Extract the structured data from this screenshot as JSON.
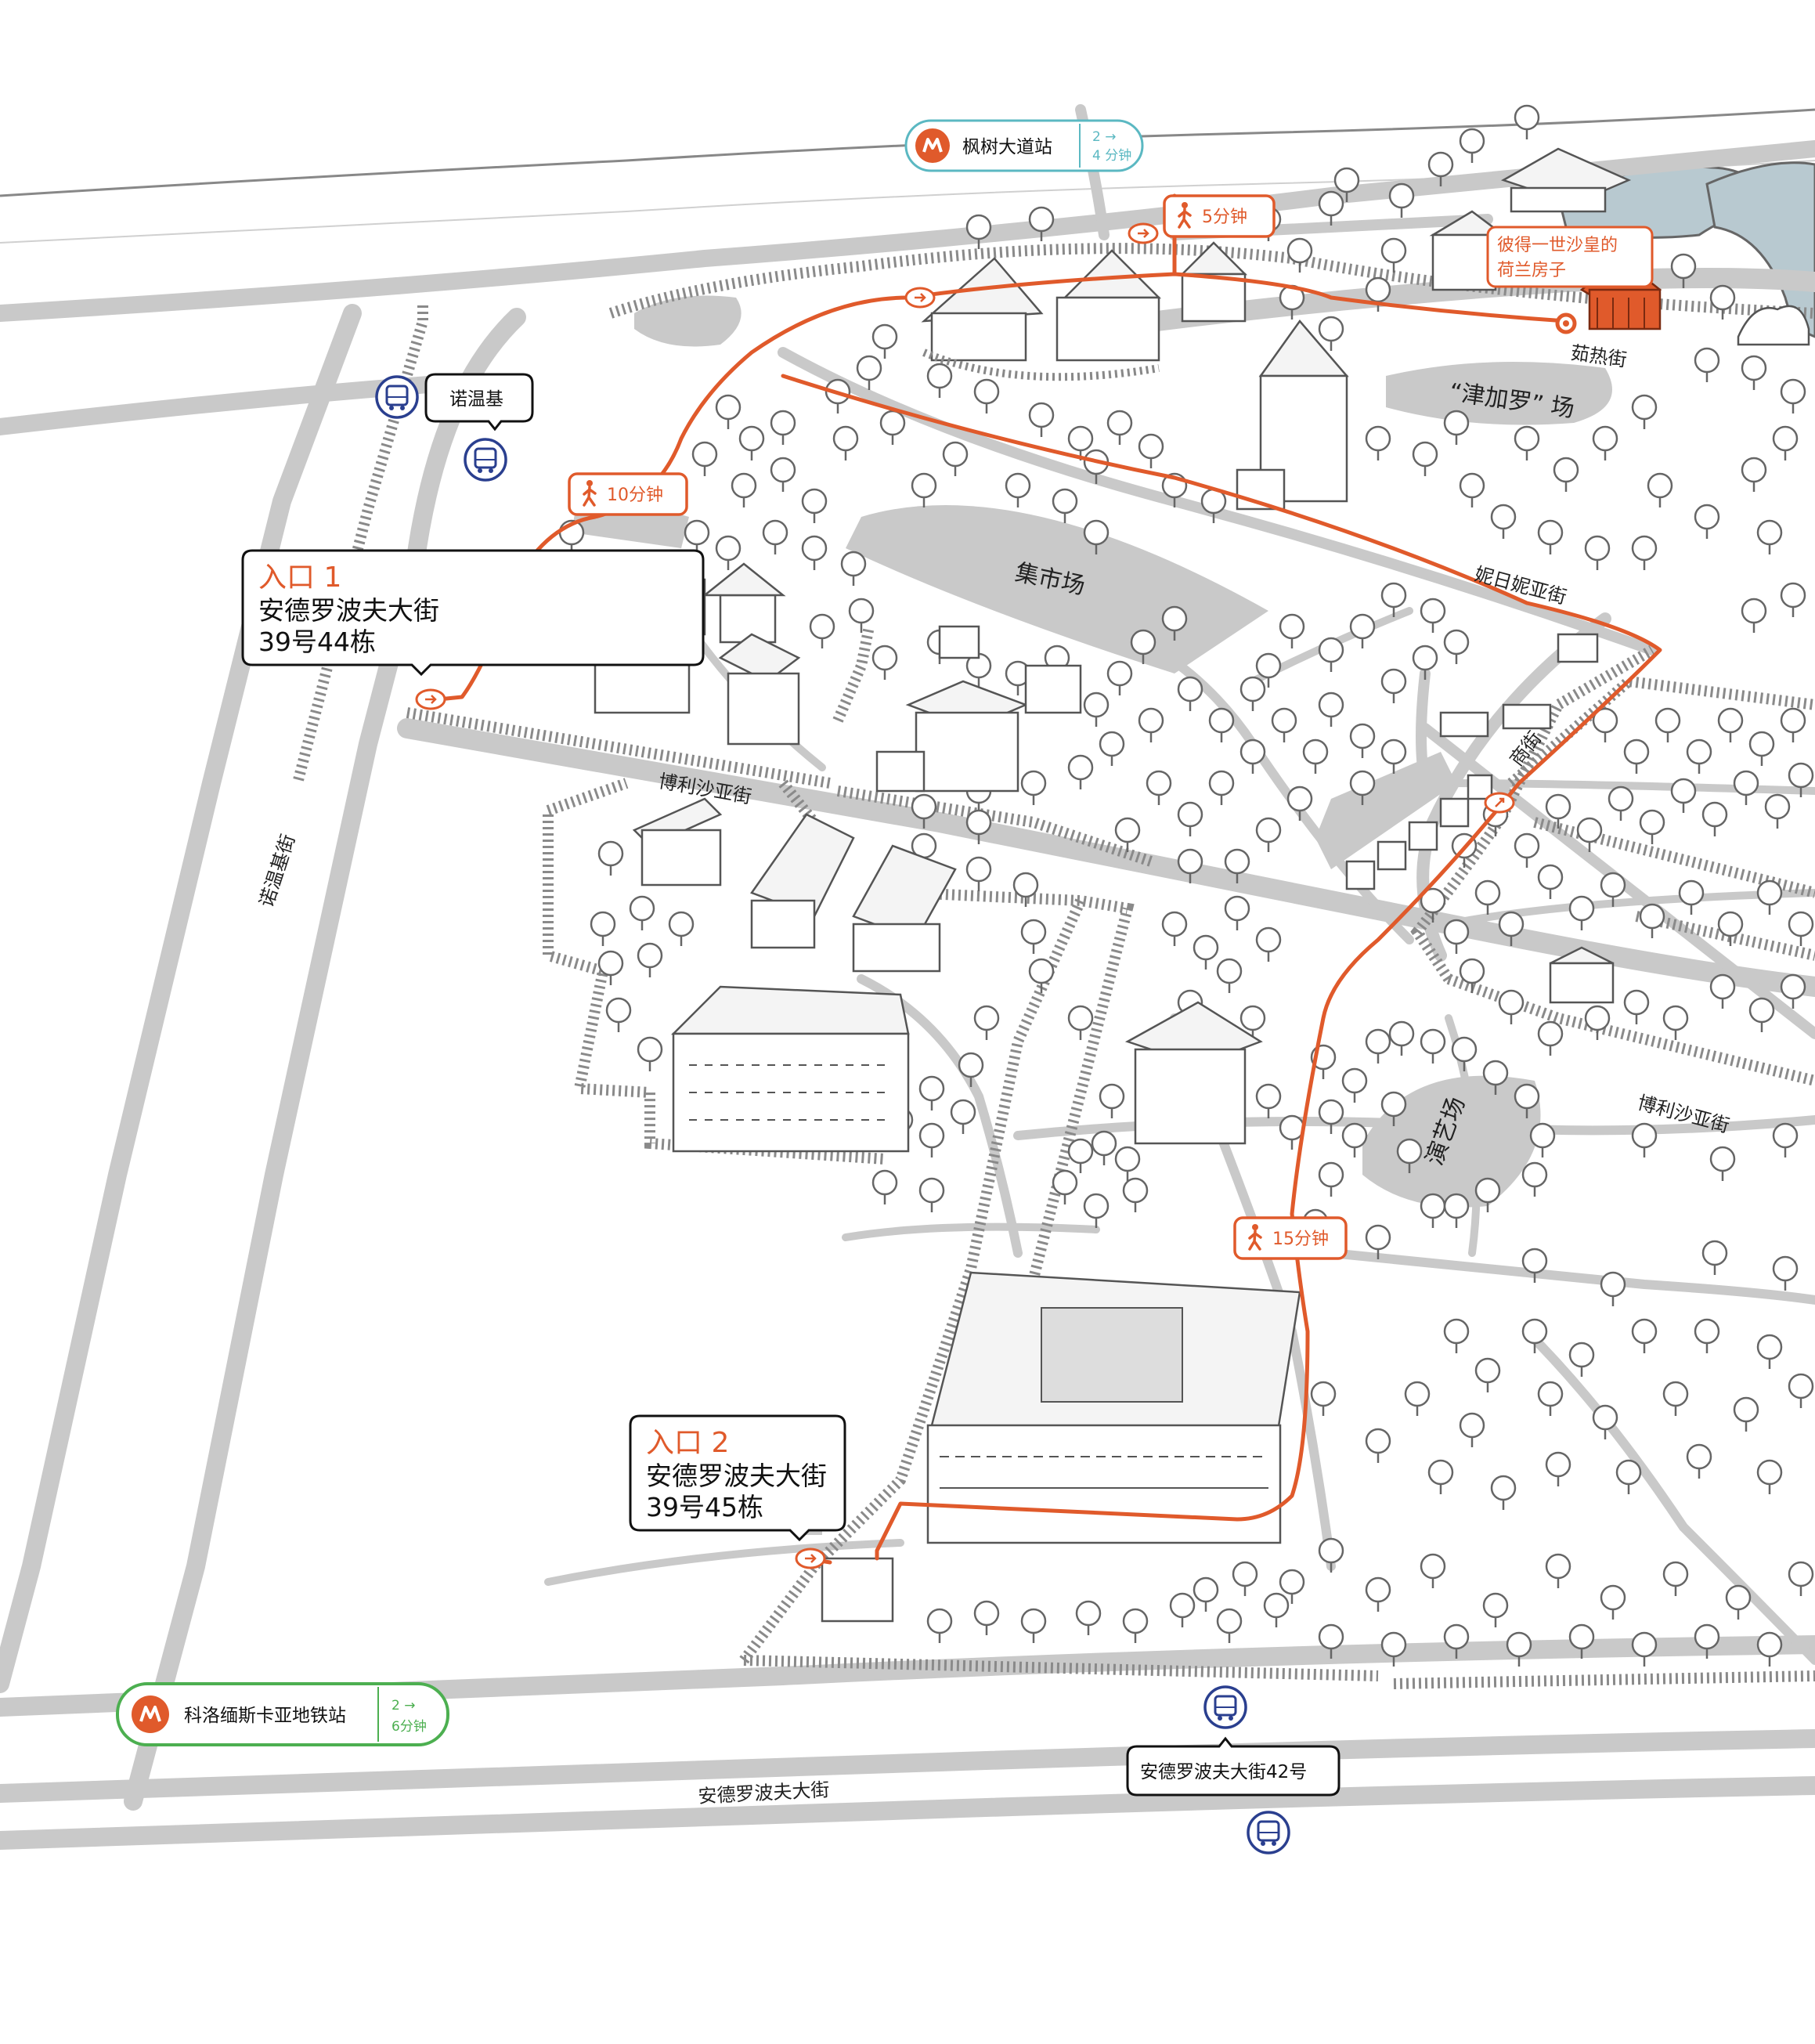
{
  "entrances": [
    {
      "title": "入口 1",
      "line1": "安德罗波夫大街",
      "line2": "39号44栋"
    },
    {
      "title": "入口 2",
      "line1": "安德罗波夫大街",
      "line2": "39号45栋"
    }
  ],
  "metro": [
    {
      "name": "枫树大道站",
      "time_top": "2 →",
      "time_bottom": "4 分钟",
      "color": "#5bb8c2",
      "icon": "metro-icon"
    },
    {
      "name": "科洛缅斯卡亚地铁站",
      "time_top": "2 →",
      "time_bottom": "6分钟",
      "color": "#4caf50",
      "icon": "metro-icon"
    }
  ],
  "bus_stops": [
    {
      "name": "诺温基",
      "icon": "bus-icon"
    },
    {
      "name": "安德罗波夫大街42号",
      "icon": "bus-icon"
    }
  ],
  "walk_times": [
    "5分钟",
    "10分钟",
    "15分钟"
  ],
  "destination": {
    "line1": "彼得一世沙皇的",
    "line2": "荷兰房子"
  },
  "streets": {
    "ruzhe": "茹热街",
    "nizhniya": "妮日妮亚街",
    "shang": "商街",
    "borisya_1": "博利沙亚街",
    "borisya_2": "博利沙亚街",
    "nuowenji": "诺温基街",
    "andropov": "安德罗波夫大街"
  },
  "plazas": {
    "market": "集市场",
    "jingaluo": "“津加罗” 场",
    "stage": "演艺场"
  },
  "colors": {
    "route": "#e05a2b",
    "road": "#c9c9c9",
    "river": "#b8c9d0",
    "bus": "#2a3f8f"
  }
}
